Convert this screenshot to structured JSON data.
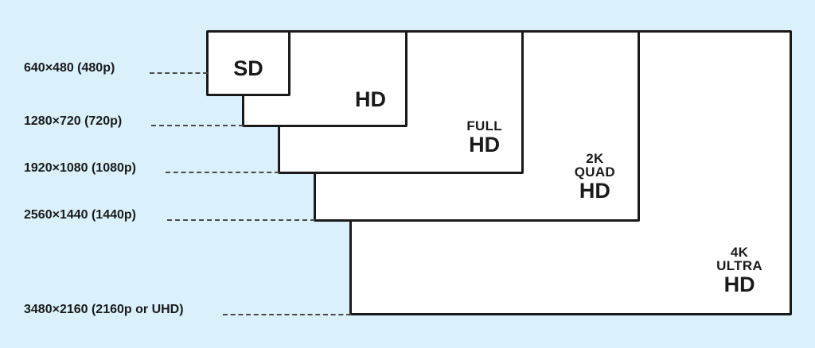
{
  "colors": {
    "background": "#daf1fc",
    "box_fill": "#ffffff",
    "outline": "#1a1a1a"
  },
  "formats": [
    {
      "lines": [
        "SD"
      ],
      "resolution": "640×480 (480p)"
    },
    {
      "lines": [
        "HD"
      ],
      "resolution": "1280×720 (720p)"
    },
    {
      "lines": [
        "FULL",
        "HD"
      ],
      "resolution": "1920×1080 (1080p)"
    },
    {
      "lines": [
        "2K",
        "QUAD",
        "HD"
      ],
      "resolution": "2560×1440 (1440p)"
    },
    {
      "lines": [
        "4K",
        "ULTRA",
        "HD"
      ],
      "resolution": "3480×2160 (2160p or UHD)"
    }
  ]
}
